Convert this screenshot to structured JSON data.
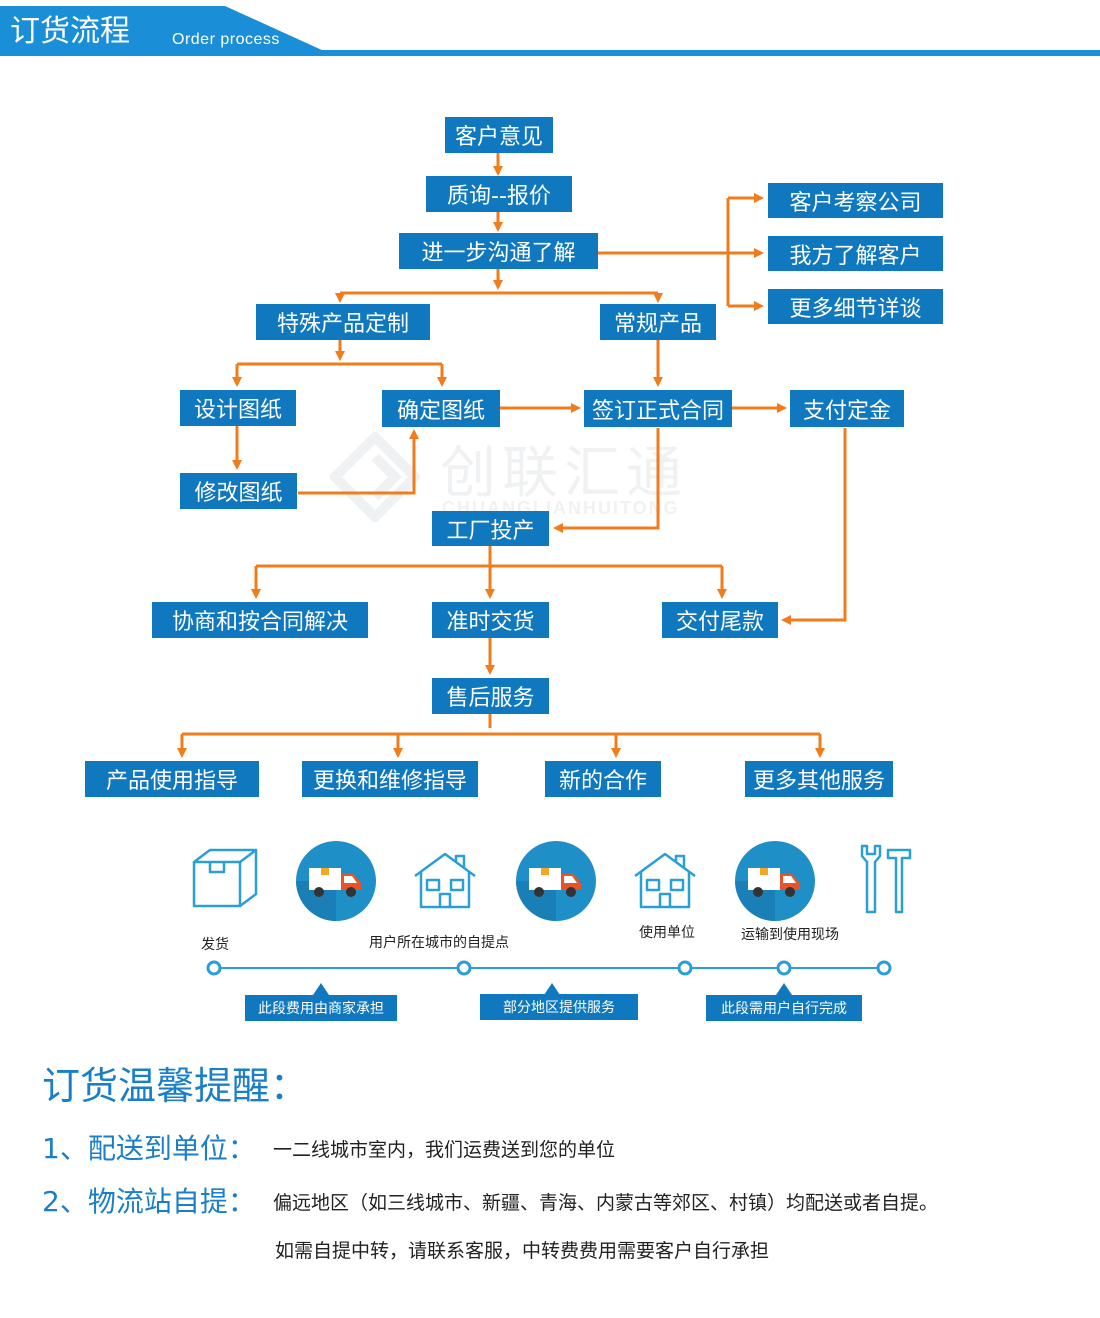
{
  "header": {
    "title": "订货流程",
    "subtitle": "Order process"
  },
  "watermark": {
    "text": "创联汇通",
    "sub": "CHUANGLIANHUITONG"
  },
  "flow": {
    "n01": "客户意见",
    "n02": "质询--报价",
    "n03": "进一步沟通了解",
    "n04": "客户考察公司",
    "n05": "我方了解客户",
    "n06": "更多细节详谈",
    "n07": "特殊产品定制",
    "n08": "常规产品",
    "n09": "设计图纸",
    "n10": "确定图纸",
    "n11": "签订正式合同",
    "n12": "支付定金",
    "n13": "修改图纸",
    "n14": "工厂投产",
    "n15": "协商和按合同解决",
    "n16": "准时交货",
    "n17": "交付尾款",
    "n18": "售后服务",
    "n19": "产品使用指导",
    "n20": "更换和维修指导",
    "n21": "新的合作",
    "n22": "更多其他服务"
  },
  "delivery": {
    "steps": [
      "发货",
      "用户所在城市的自提点",
      "使用单位",
      "运输到使用现场"
    ],
    "segments": [
      "此段费用由商家承担",
      "部分地区提供服务",
      "此段需用户自行完成"
    ]
  },
  "tips": {
    "title": "订货温馨提醒：",
    "item1_label": "1、配送到单位：",
    "item1_text": "一二线城市室内，我们运费送到您的单位",
    "item2_label": "2、物流站自提：",
    "item2_text": "偏远地区（如三线城市、新疆、青海、内蒙古等郊区、村镇）均配送或者自提。",
    "item2_text2": "如需自提中转，请联系客服，中转费费用需要客户自行承担"
  },
  "colors": {
    "accent": "#1a8fd8",
    "node": "#0f78be",
    "arrow": "#f07c1c",
    "timeline": "#2a9fd6"
  }
}
